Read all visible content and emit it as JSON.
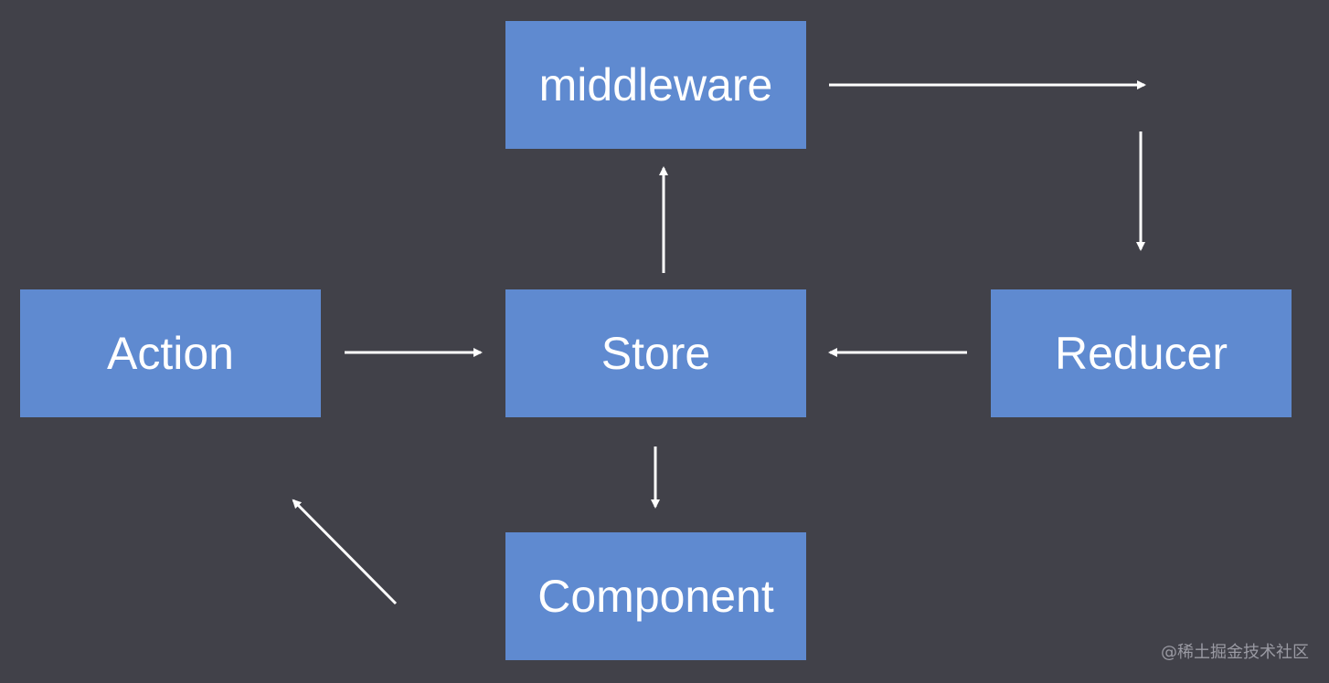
{
  "nodes": {
    "middleware": "middleware",
    "action": "Action",
    "store": "Store",
    "reducer": "Reducer",
    "component": "Component"
  },
  "edges": [
    {
      "from": "middleware",
      "to": "reducer"
    },
    {
      "from": "reducer",
      "to": "store"
    },
    {
      "from": "action",
      "to": "store"
    },
    {
      "from": "store",
      "to": "middleware"
    },
    {
      "from": "store",
      "to": "component"
    },
    {
      "from": "component",
      "to": "action"
    }
  ],
  "watermark": "@稀土掘金技术社区",
  "colors": {
    "background": "#414149",
    "node_fill": "#5f8ad0",
    "text": "#ffffff",
    "arrow": "#ffffff"
  }
}
